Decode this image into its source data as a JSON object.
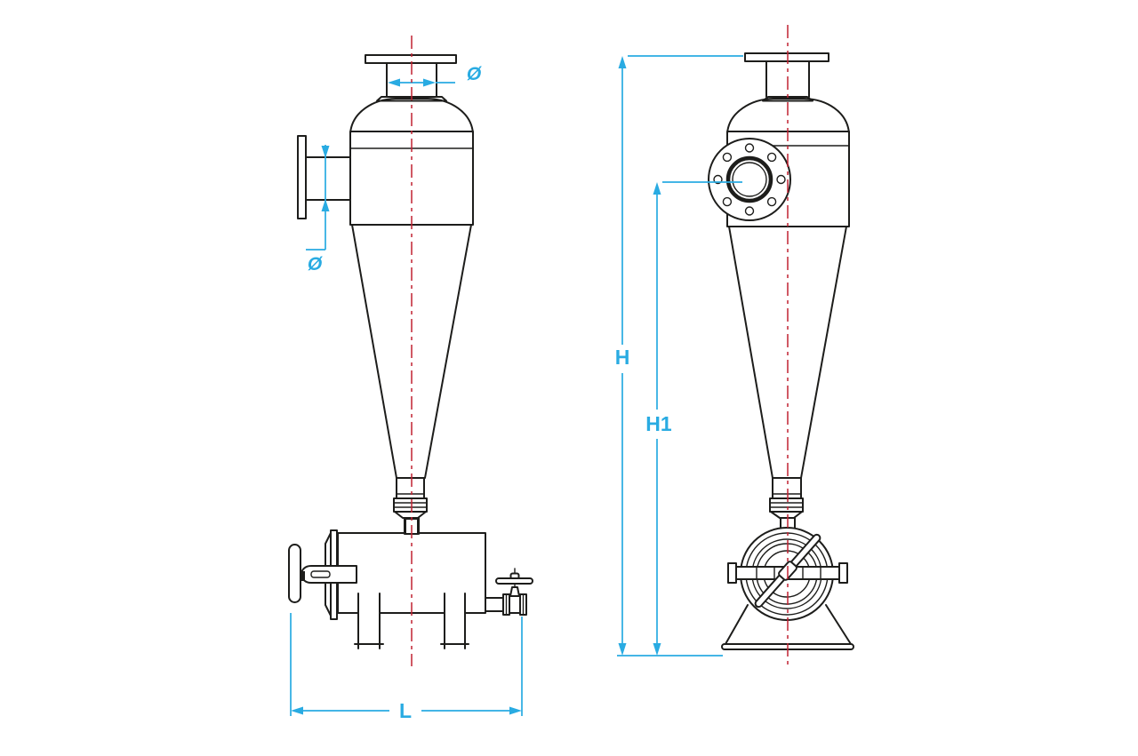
{
  "drawing": {
    "kind": "technical-drawing",
    "dimension_labels": {
      "top_nozzle_diameter": "Ø",
      "inlet_nozzle_diameter": "Ø",
      "overall_height": "H",
      "inlet_height": "H1",
      "receiver_length": "L"
    },
    "colors": {
      "background": "#ffffff",
      "linework": "#1d1d1b",
      "centerline": "#c02232",
      "dimension": "#29abe2"
    }
  }
}
